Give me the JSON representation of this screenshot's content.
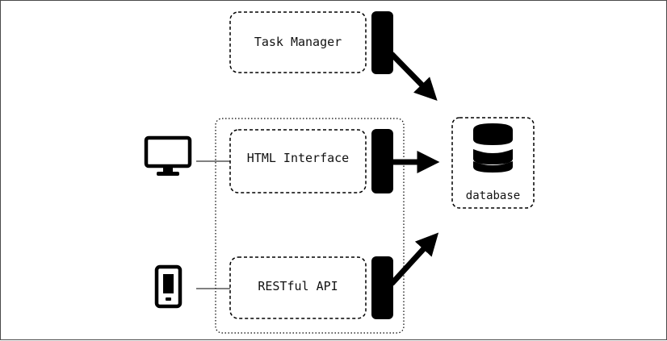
{
  "diagram": {
    "nodes": {
      "task_manager": "Task Manager",
      "html_interface": "HTML Interface",
      "restful_api": "RESTful API",
      "database": "database"
    },
    "icons": {
      "desktop": "monitor-icon",
      "mobile": "smartphone-icon",
      "database": "database-icon"
    },
    "edges": [
      {
        "from": "task_manager",
        "to": "database"
      },
      {
        "from": "html_interface",
        "to": "database"
      },
      {
        "from": "restful_api",
        "to": "database"
      },
      {
        "from": "desktop",
        "to": "html_interface"
      },
      {
        "from": "mobile",
        "to": "restful_api"
      }
    ]
  }
}
